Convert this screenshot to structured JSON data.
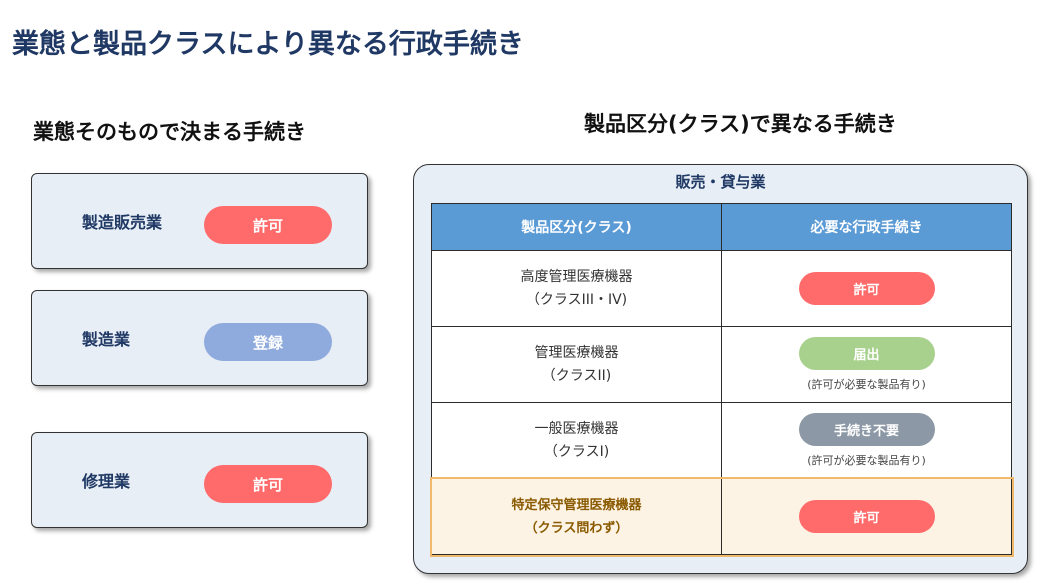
{
  "title": "業態と製品クラスにより異なる行政手続き",
  "left": {
    "heading": "業態そのもので決まる手続き",
    "cards": [
      {
        "label": "製造販売業",
        "badge": "許可",
        "color": "#ff6b6b"
      },
      {
        "label": "製造業",
        "badge": "登録",
        "color": "#8faadc"
      },
      {
        "label": "修理業",
        "badge": "許可",
        "color": "#ff6b6b"
      }
    ]
  },
  "right": {
    "heading": "製品区分(クラス)で異なる手続き",
    "panel_title": "販売・貸与業",
    "table": {
      "headers": [
        "製品区分(クラス)",
        "必要な行政手続き"
      ],
      "rows": [
        {
          "class_line1": "高度管理医療機器",
          "class_line2": "（クラスIII・IV)",
          "procedure": "許可",
          "color": "#ff6b6b",
          "note": ""
        },
        {
          "class_line1": "管理医療機器",
          "class_line2": "（クラスII)",
          "procedure": "届出",
          "color": "#a9d18e",
          "note": "(許可が必要な製品有り)"
        },
        {
          "class_line1": "一般医療機器",
          "class_line2": "（クラスI)",
          "procedure": "手続き不要",
          "color": "#8c98a5",
          "note": "(許可が必要な製品有り)"
        },
        {
          "class_line1": "特定保守管理医療機器",
          "class_line2": "（クラス問わず）",
          "procedure": "許可",
          "color": "#ff6b6b",
          "note": ""
        }
      ]
    }
  }
}
